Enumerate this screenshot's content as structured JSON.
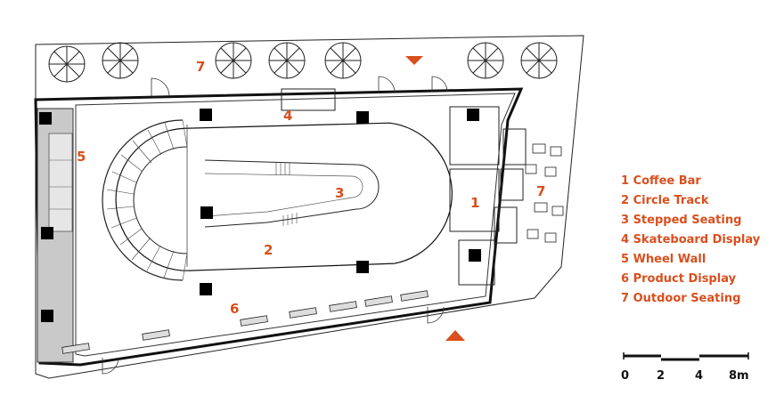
{
  "accent_color": "#d94f1e",
  "legend": [
    "1 Coffee Bar",
    "2 Circle Track",
    "3 Stepped Seating",
    "4 Skateboard Display",
    "5 Wheel Wall",
    "6 Product Display",
    "7 Outdoor Seating"
  ],
  "zone_numbers": {
    "coffee_bar": "1",
    "circle_track": "2",
    "stepped_seating": "3",
    "skateboard_display": "4",
    "wheel_wall": "5",
    "product_display": "6",
    "outdoor_seating_top": "7",
    "outdoor_seating_right": "7"
  },
  "scale_bar": {
    "ticks": [
      "0",
      "2",
      "4",
      "8m"
    ]
  },
  "icons": [
    "umbrella-table-icon",
    "entrance-arrow-icon",
    "column-icon"
  ]
}
